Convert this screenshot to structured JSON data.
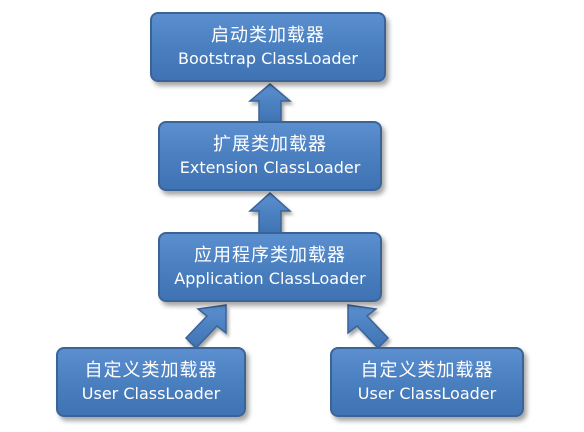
{
  "nodes": {
    "bootstrap": {
      "cn": "启动类加载器",
      "en": "Bootstrap ClassLoader"
    },
    "extension": {
      "cn": "扩展类加载器",
      "en": "Extension ClassLoader"
    },
    "application": {
      "cn": "应用程序类加载器",
      "en": "Application ClassLoader"
    },
    "user_left": {
      "cn": "自定义类加载器",
      "en": "User ClassLoader"
    },
    "user_right": {
      "cn": "自定义类加载器",
      "en": "User ClassLoader"
    }
  },
  "colors": {
    "box_fill": "#4a7fc0",
    "box_border": "#3b6496",
    "text": "#ffffff"
  }
}
